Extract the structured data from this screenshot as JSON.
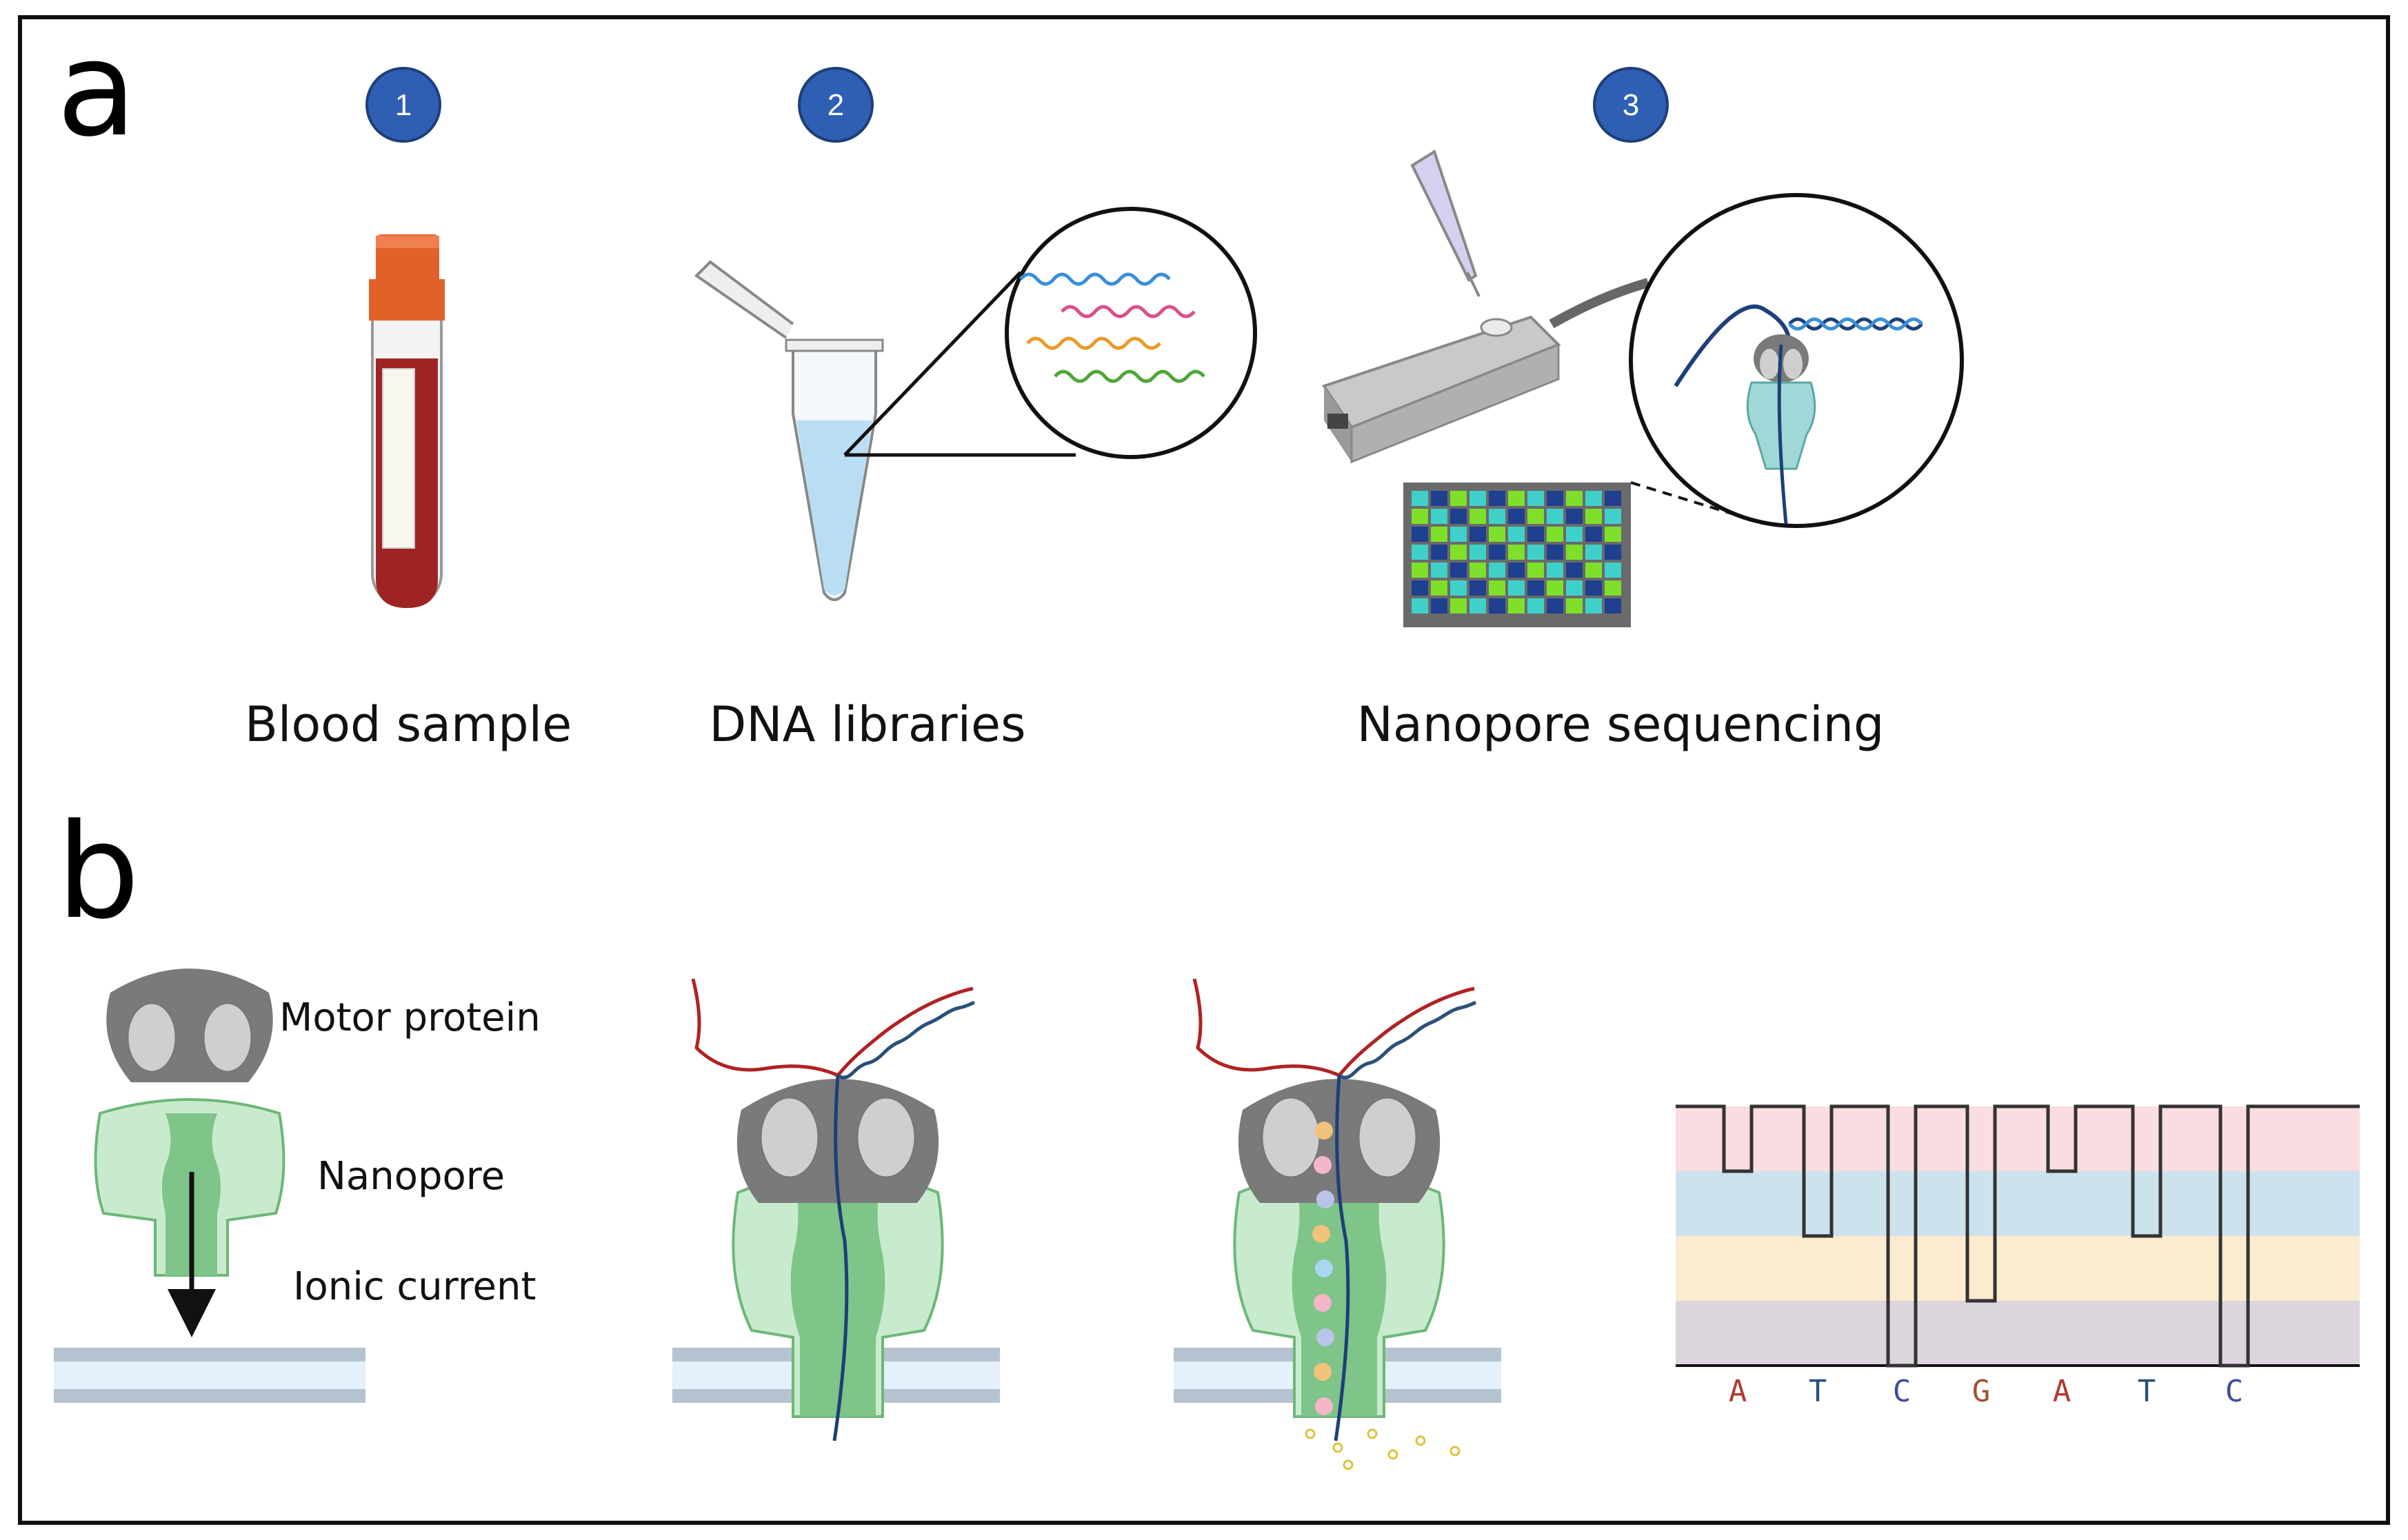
{
  "panel_a": {
    "letter": "a",
    "steps": [
      {
        "number": "1",
        "caption": "Blood sample"
      },
      {
        "number": "2",
        "caption": "DNA libraries"
      },
      {
        "number": "3",
        "caption": "Nanopore sequencing"
      }
    ]
  },
  "panel_b": {
    "letter": "b",
    "labels": {
      "motor_protein": "Motor protein",
      "nanopore": "Nanopore",
      "ionic_current": "Ionic current"
    },
    "signal_bases": [
      {
        "base": "A",
        "color": "#b03a2e"
      },
      {
        "base": "T",
        "color": "#2a4f7a"
      },
      {
        "base": "C",
        "color": "#3f4d9a"
      },
      {
        "base": "G",
        "color": "#a0522d"
      },
      {
        "base": "A",
        "color": "#b03a2e"
      },
      {
        "base": "T",
        "color": "#2a4f7a"
      },
      {
        "base": "C",
        "color": "#3f4d9a"
      }
    ],
    "band_colors": [
      "#f9dde0",
      "#cce3ee",
      "#fbecd0",
      "#ddd5de"
    ]
  },
  "colors": {
    "step_circle": "#2f5fb3",
    "pore_green": "#8fd19e",
    "motor_gray": "#7a7a7a",
    "blood_red": "#9e2424",
    "cap_orange": "#e0622a"
  }
}
